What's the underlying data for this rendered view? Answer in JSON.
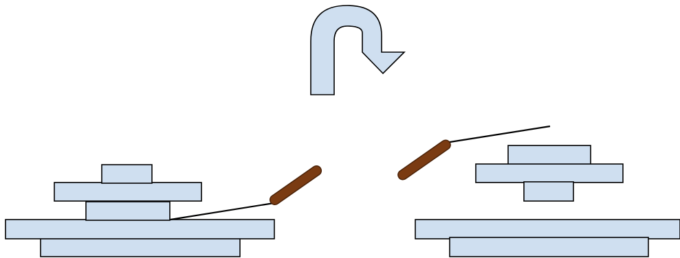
{
  "colors": {
    "background": "#ffffff",
    "plate_fill": "#cfdff0",
    "plate_stroke": "#000000",
    "arrow_fill": "#cfdff0",
    "arrow_stroke": "#000000",
    "wire_color": "#000000",
    "probe_fill": "#7a3b12",
    "probe_stroke": "#4a2208"
  },
  "diagram": {
    "flip_arrow_icon": "curved-flip-arrow",
    "left_assembly": {
      "name": "left-stack",
      "plates": 5
    },
    "right_assembly": {
      "name": "right-stack",
      "plates": 5
    }
  }
}
